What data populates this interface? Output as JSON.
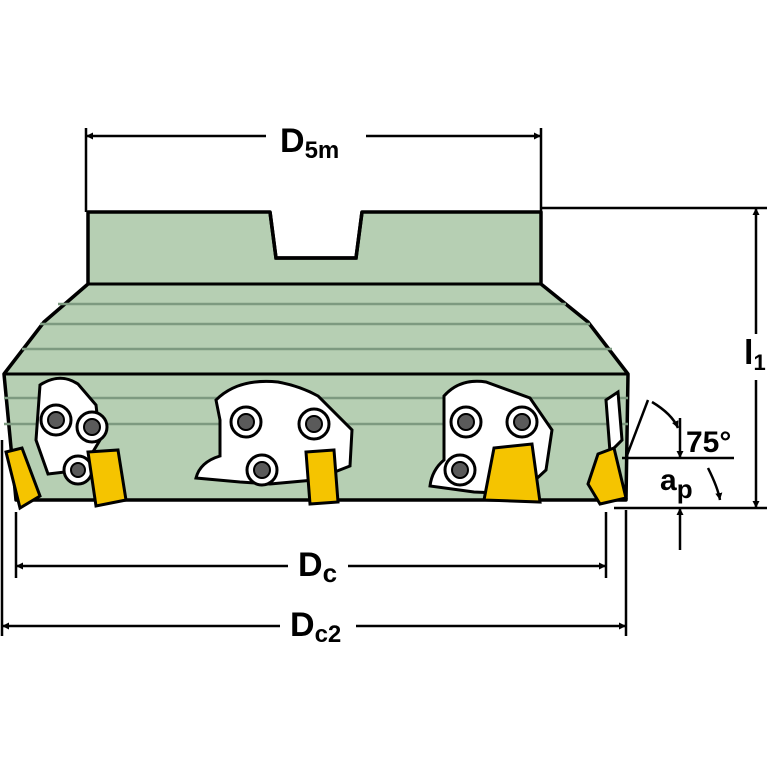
{
  "colors": {
    "body": "#b6cfb3",
    "body_line": "#7d9a80",
    "outline": "#000000",
    "insert": "#f5c400",
    "insert_shade": "#c99a00",
    "pocket": "#ffffff",
    "screw": "#5a5a5a",
    "dimension": "#000000"
  },
  "labels": {
    "d5m": {
      "main": "D",
      "sub": "5m"
    },
    "l1": {
      "main": "l",
      "sub": "1"
    },
    "angle": "75°",
    "ap": {
      "main": "a",
      "sub": "p"
    },
    "dc": {
      "main": "D",
      "sub": "c"
    },
    "dc2": {
      "main": "D",
      "sub": "c2"
    }
  }
}
